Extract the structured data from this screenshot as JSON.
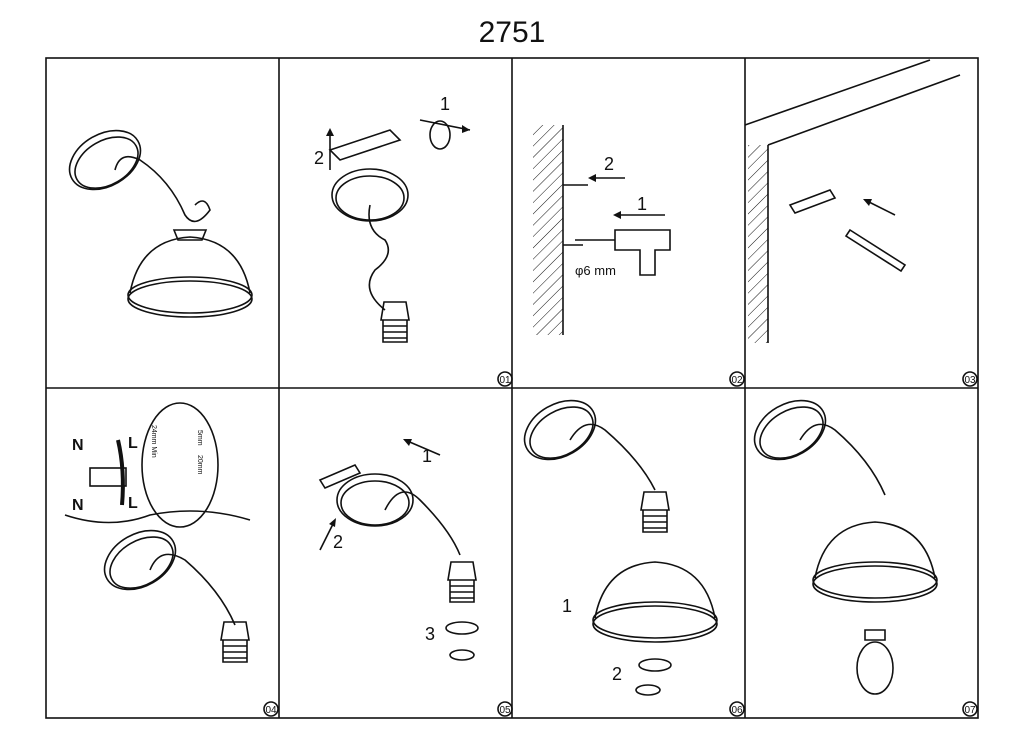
{
  "title": "2751",
  "panels": [
    {
      "number": "",
      "labels": []
    },
    {
      "number": "01",
      "labels": [
        "1",
        "2"
      ]
    },
    {
      "number": "02",
      "labels": [
        "2",
        "1",
        "φ6 mm"
      ]
    },
    {
      "number": "03",
      "labels": []
    },
    {
      "number": "04",
      "labels": [
        "N",
        "L",
        "N",
        "L",
        "24mm Min",
        "5mm",
        "20mm"
      ]
    },
    {
      "number": "05",
      "labels": [
        "1",
        "2",
        "3"
      ]
    },
    {
      "number": "06",
      "labels": [
        "1",
        "2"
      ]
    },
    {
      "number": "07",
      "labels": []
    }
  ]
}
